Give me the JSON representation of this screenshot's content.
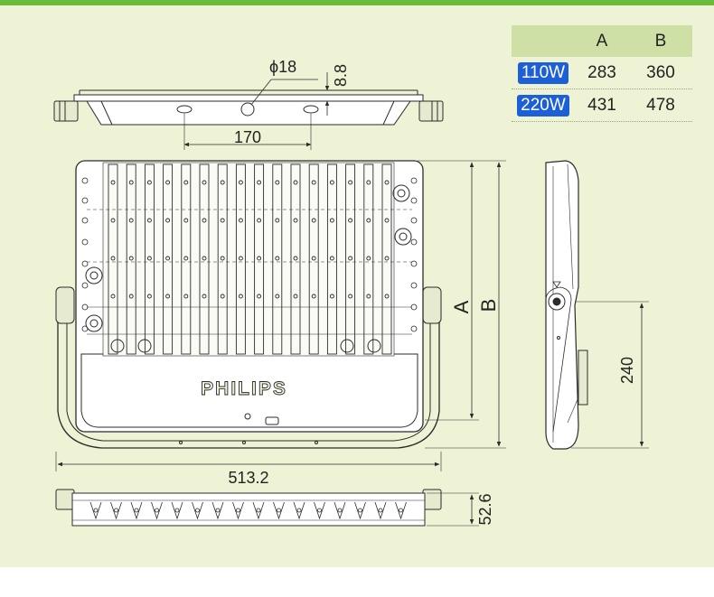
{
  "table": {
    "headers": [
      "",
      "A",
      "B"
    ],
    "rows": [
      {
        "watt": "110W",
        "a": "283",
        "b": "360"
      },
      {
        "watt": "220W",
        "a": "431",
        "b": "478"
      }
    ]
  },
  "dimensions": {
    "hole_dia": "ϕ18",
    "top_height": "8.8",
    "hole_spacing": "170",
    "dim_a": "A",
    "dim_b": "B",
    "width": "513.2",
    "side_height": "240",
    "bottom_height": "52.6"
  },
  "brand": "PHILIPS",
  "colors": {
    "top_bar": "#6dbb3c",
    "panel": "#eef3d5",
    "table_header": "#cfe0a6",
    "watt_badge": "#1d5fd6",
    "line": "#2b2b2b"
  }
}
